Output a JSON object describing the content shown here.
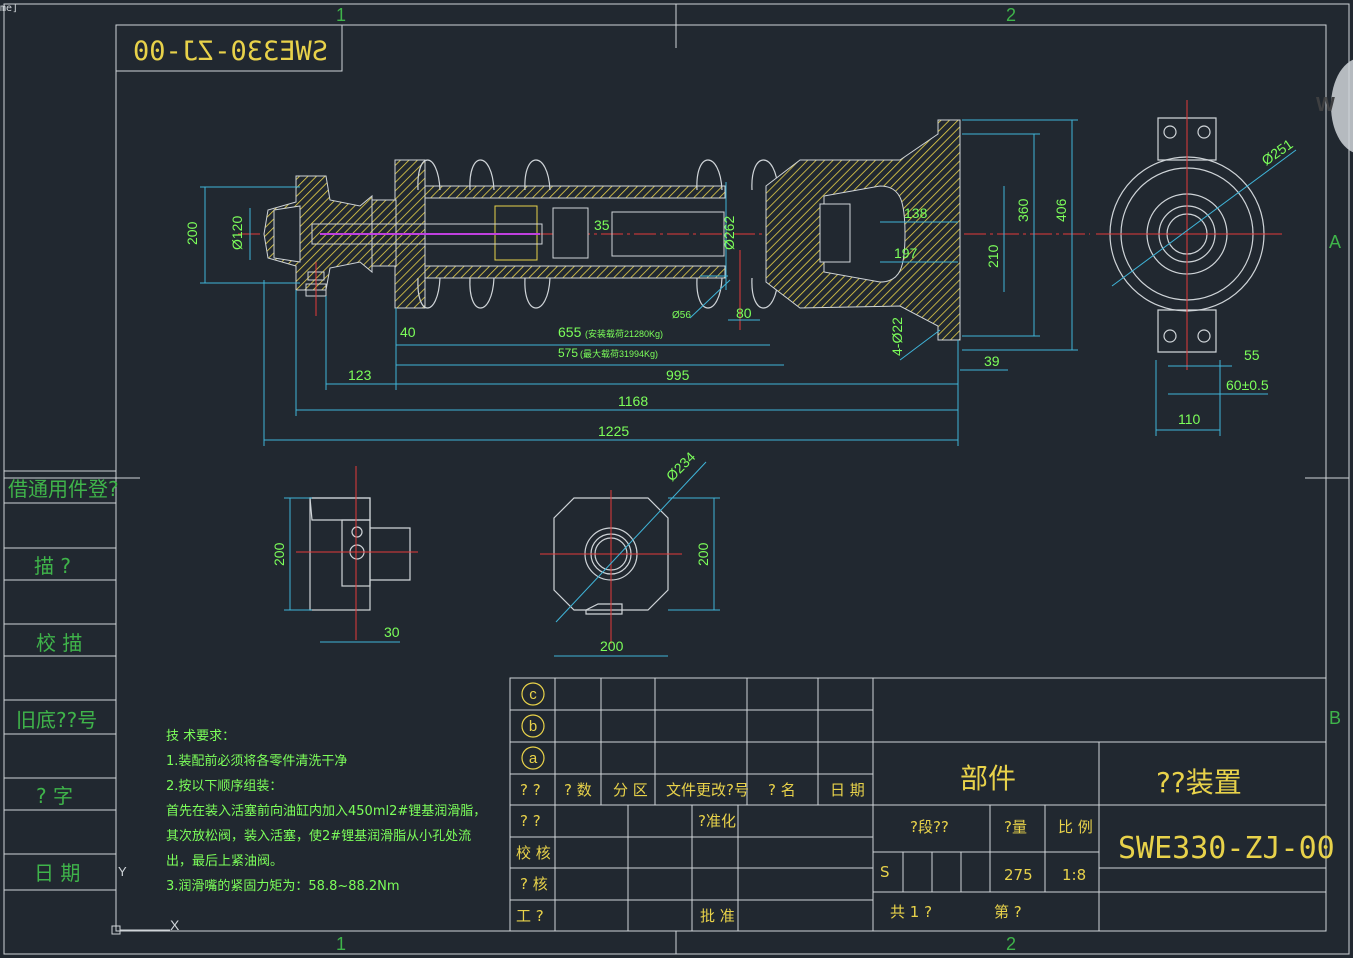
{
  "window": {
    "corner_label": "me]",
    "w_button": "W"
  },
  "frame": {
    "zone_top_1": "1",
    "zone_top_2": "2",
    "zone_bottom_1": "1",
    "zone_bottom_2": "2",
    "zone_a": "A",
    "zone_b": "B"
  },
  "stamp": {
    "mirrored_code": "SWE330-ZJ-00"
  },
  "left_column": [
    "借通用件登?",
    "描 ?",
    "校 描",
    "旧底??号",
    "? 字",
    "日 期"
  ],
  "dimensions": {
    "d_200_left": "200",
    "phi_120": "Ø120",
    "d_35": "35",
    "phi_262": "Ø262",
    "d_138": "138",
    "d_197": "197",
    "d_210": "210",
    "d_360": "360",
    "d_406": "406",
    "phi_56": "Ø56",
    "d_80": "80",
    "d_40": "40",
    "d_655": "655",
    "d_655_note": "(安装载荷21280Kg)",
    "d_575": "575",
    "d_575_note": "(最大载荷31994Kg)",
    "d_123": "123",
    "d_995": "995",
    "d_1168": "1168",
    "d_1225": "1225",
    "phi4_22": "4-Ø22",
    "d_39": "39",
    "phi_251": "Ø251",
    "d_55": "55",
    "d_60": "60±0.5",
    "d_110": "110",
    "d_200_a": "200",
    "d_30": "30",
    "phi_234": "Ø234",
    "d_200_b": "200",
    "d_200_c": "200"
  },
  "notes": {
    "title": "技 术要求：",
    "l1": "1.装配前必须将各零件清洗干净",
    "l2": "2.按以下顺序组装：",
    "l3": "首先在装入活塞前向油缸内加入450ml2#锂基润滑脂，其次放松阀，装入活塞，使2#锂基润滑脂从小孔处流出，最后上紧油阀。",
    "l4": "3.润滑嘴的紧固力矩为：58.8~88.2Nm"
  },
  "title_block": {
    "rev_c": "c",
    "rev_b": "b",
    "rev_a": "a",
    "h_mark": "? ?",
    "h_qty": "? 数",
    "h_zone": "分 区",
    "h_doc": "文件更改?号",
    "h_sign": "? 名",
    "h_date": "日 期",
    "r_design": "? ?",
    "r_std": "?准化",
    "r_check": "校 核",
    "r_review": "? 核",
    "r_process": "工 ?",
    "r_approve": "批 准",
    "part_label": "部件",
    "part_name": "??装置",
    "stage_label": "?段??",
    "weight_label": "?量",
    "scale_label": "比 例",
    "stage_s": "S",
    "weight": "275",
    "scale": "1:8",
    "total_sheets": "共 1 ?",
    "sheet_no": "第 ?",
    "drawing_code": "SWE330-ZJ-00"
  }
}
